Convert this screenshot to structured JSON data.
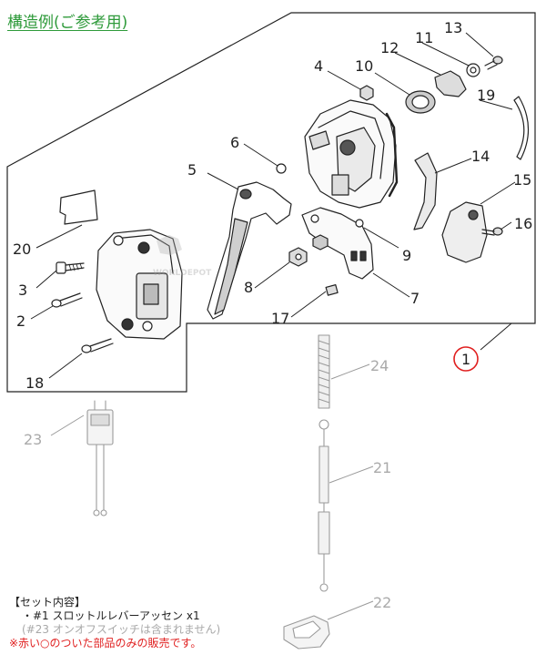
{
  "title": "構造例(ご参考用)",
  "parts": {
    "p1": "1",
    "p2": "2",
    "p3": "3",
    "p4": "4",
    "p5": "5",
    "p6": "6",
    "p7": "7",
    "p8": "8",
    "p9": "9",
    "p10": "10",
    "p11": "11",
    "p12": "12",
    "p13": "13",
    "p14": "14",
    "p15": "15",
    "p16": "16",
    "p17": "17",
    "p18": "18",
    "p19": "19",
    "p20": "20",
    "p21": "21",
    "p22": "22",
    "p23": "23",
    "p24": "24"
  },
  "watermark": "WORLDEPOT",
  "notes": {
    "header": "【セット内容】",
    "item1": "・#1 スロットルレバーアッセン x1",
    "item2": "(#23 オンオフスイッチは含まれません)",
    "warning": "※赤い○のついた部品のみの販売です。"
  },
  "colors": {
    "title": "#2e9a3a",
    "highlight": "#e02020",
    "excluded": "#aaaaaa"
  }
}
